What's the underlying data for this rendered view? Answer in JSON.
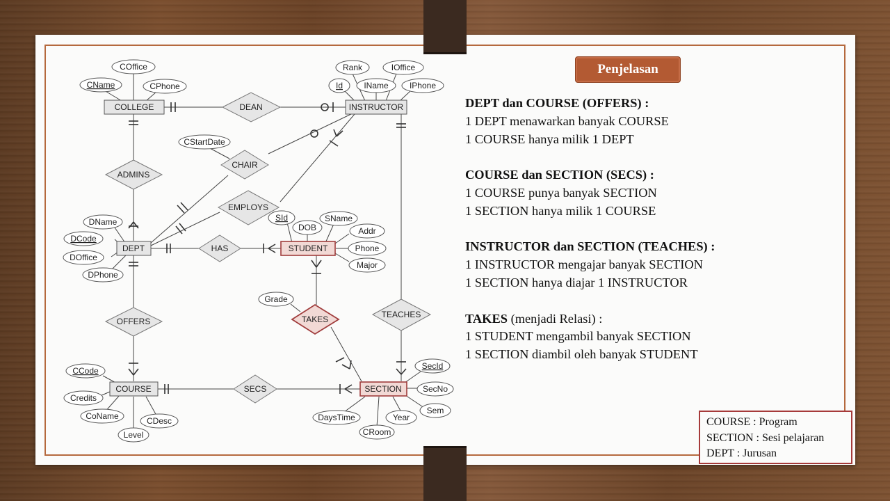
{
  "badge": "Penjelasan",
  "notes": [
    {
      "title": "DEPT dan COURSE (OFFERS) :",
      "lines": [
        "1 DEPT menawarkan banyak COURSE",
        "1 COURSE hanya milik 1 DEPT"
      ]
    },
    {
      "title": "COURSE dan SECTION (SECS) :",
      "lines": [
        "1 COURSE punya banyak SECTION",
        "1 SECTION hanya milik 1 COURSE"
      ]
    },
    {
      "title": "INSTRUCTOR dan SECTION (TEACHES) :",
      "lines": [
        "1 INSTRUCTOR mengajar banyak SECTION",
        "1 SECTION hanya diajar 1 INSTRUCTOR"
      ]
    },
    {
      "title": "TAKES",
      "title_suffix": " (menjadi Relasi) :",
      "lines": [
        "1 STUDENT mengambil banyak SECTION",
        "1 SECTION diambil oleh banyak STUDENT"
      ]
    }
  ],
  "legend": [
    "COURSE : Program",
    "SECTION : Sesi pelajaran",
    "DEPT : Jurusan"
  ],
  "colors": {
    "accent": "#b35a33",
    "frame": "#b5693d",
    "highlight_fill": "#f2d9d5",
    "highlight_stroke": "#a03c3c",
    "entity_fill": "#e6e6e6"
  },
  "diagram": {
    "entities": [
      {
        "id": "college",
        "label": "COLLEGE"
      },
      {
        "id": "instructor",
        "label": "INSTRUCTOR"
      },
      {
        "id": "dept",
        "label": "DEPT"
      },
      {
        "id": "student",
        "label": "STUDENT",
        "highlight": true
      },
      {
        "id": "course",
        "label": "COURSE"
      },
      {
        "id": "section",
        "label": "SECTION",
        "highlight": true
      }
    ],
    "relationships": [
      {
        "id": "dean",
        "label": "DEAN"
      },
      {
        "id": "admins",
        "label": "ADMINS"
      },
      {
        "id": "chair",
        "label": "CHAIR"
      },
      {
        "id": "employs",
        "label": "EMPLOYS"
      },
      {
        "id": "has",
        "label": "HAS"
      },
      {
        "id": "takes",
        "label": "TAKES",
        "highlight": true
      },
      {
        "id": "teaches",
        "label": "TEACHES"
      },
      {
        "id": "offers",
        "label": "OFFERS"
      },
      {
        "id": "secs",
        "label": "SECS"
      }
    ],
    "attributes": [
      {
        "id": "coffice",
        "label": "COffice"
      },
      {
        "id": "cname",
        "label": "CName",
        "key": true
      },
      {
        "id": "cphone",
        "label": "CPhone"
      },
      {
        "id": "rank",
        "label": "Rank"
      },
      {
        "id": "ioffice",
        "label": "IOffice"
      },
      {
        "id": "id",
        "label": "Id",
        "key": true
      },
      {
        "id": "iname",
        "label": "IName"
      },
      {
        "id": "iphone",
        "label": "IPhone"
      },
      {
        "id": "cstartdate",
        "label": "CStartDate"
      },
      {
        "id": "dname",
        "label": "DName"
      },
      {
        "id": "dcode",
        "label": "DCode",
        "key": true
      },
      {
        "id": "doffice",
        "label": "DOffice"
      },
      {
        "id": "dphone",
        "label": "DPhone"
      },
      {
        "id": "sid",
        "label": "SId",
        "key": true
      },
      {
        "id": "dob",
        "label": "DOB"
      },
      {
        "id": "sname",
        "label": "SName"
      },
      {
        "id": "addr",
        "label": "Addr"
      },
      {
        "id": "phone",
        "label": "Phone"
      },
      {
        "id": "major",
        "label": "Major"
      },
      {
        "id": "grade",
        "label": "Grade"
      },
      {
        "id": "ccode",
        "label": "CCode",
        "key": true
      },
      {
        "id": "credits",
        "label": "Credits"
      },
      {
        "id": "coname",
        "label": "CoName"
      },
      {
        "id": "level",
        "label": "Level"
      },
      {
        "id": "cdesc",
        "label": "CDesc"
      },
      {
        "id": "secid",
        "label": "SecId",
        "key": true
      },
      {
        "id": "secno",
        "label": "SecNo"
      },
      {
        "id": "sem",
        "label": "Sem"
      },
      {
        "id": "year",
        "label": "Year"
      },
      {
        "id": "croom",
        "label": "CRoom"
      },
      {
        "id": "daystime",
        "label": "DaysTime"
      }
    ]
  }
}
